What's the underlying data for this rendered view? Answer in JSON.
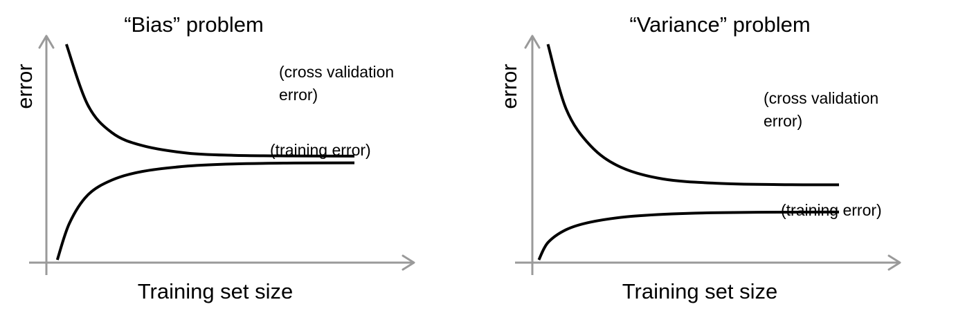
{
  "chart_data": [
    {
      "type": "line",
      "title": "“Bias” problem",
      "xlabel": "Training set size",
      "ylabel": "error",
      "grid": false,
      "axis_color": "#9a9a9a",
      "curve_color": "#000000",
      "xlim": [
        0,
        1
      ],
      "ylim": [
        0,
        1
      ],
      "series": [
        {
          "name": "(cross validation error)",
          "label_lines": [
            "(cross validation",
            "error)"
          ],
          "x": [
            0.05,
            0.12,
            0.2,
            0.3,
            0.45,
            0.6,
            0.8,
            1.0
          ],
          "y": [
            1.0,
            0.72,
            0.59,
            0.53,
            0.495,
            0.485,
            0.482,
            0.481
          ]
        },
        {
          "name": "(training error)",
          "label_lines": [
            "(training error)"
          ],
          "x": [
            0.02,
            0.06,
            0.12,
            0.2,
            0.3,
            0.45,
            0.6,
            0.8,
            1.0
          ],
          "y": [
            0.0,
            0.17,
            0.3,
            0.37,
            0.41,
            0.435,
            0.445,
            0.449,
            0.45
          ]
        }
      ]
    },
    {
      "type": "line",
      "title": "“Variance” problem",
      "xlabel": "Training set size",
      "ylabel": "error",
      "grid": false,
      "axis_color": "#9a9a9a",
      "curve_color": "#000000",
      "xlim": [
        0,
        1
      ],
      "ylim": [
        0,
        1
      ],
      "series": [
        {
          "name": "(cross validation error)",
          "label_lines": [
            "(cross validation",
            "error)"
          ],
          "x": [
            0.04,
            0.1,
            0.18,
            0.28,
            0.42,
            0.6,
            0.8,
            1.0
          ],
          "y": [
            1.0,
            0.7,
            0.53,
            0.43,
            0.375,
            0.355,
            0.349,
            0.348
          ]
        },
        {
          "name": "(training error)",
          "label_lines": [
            "(training error)"
          ],
          "x": [
            0.01,
            0.04,
            0.1,
            0.18,
            0.3,
            0.45,
            0.6,
            0.8,
            1.0
          ],
          "y": [
            0.0,
            0.08,
            0.14,
            0.175,
            0.2,
            0.213,
            0.219,
            0.221,
            0.222
          ]
        }
      ]
    }
  ]
}
